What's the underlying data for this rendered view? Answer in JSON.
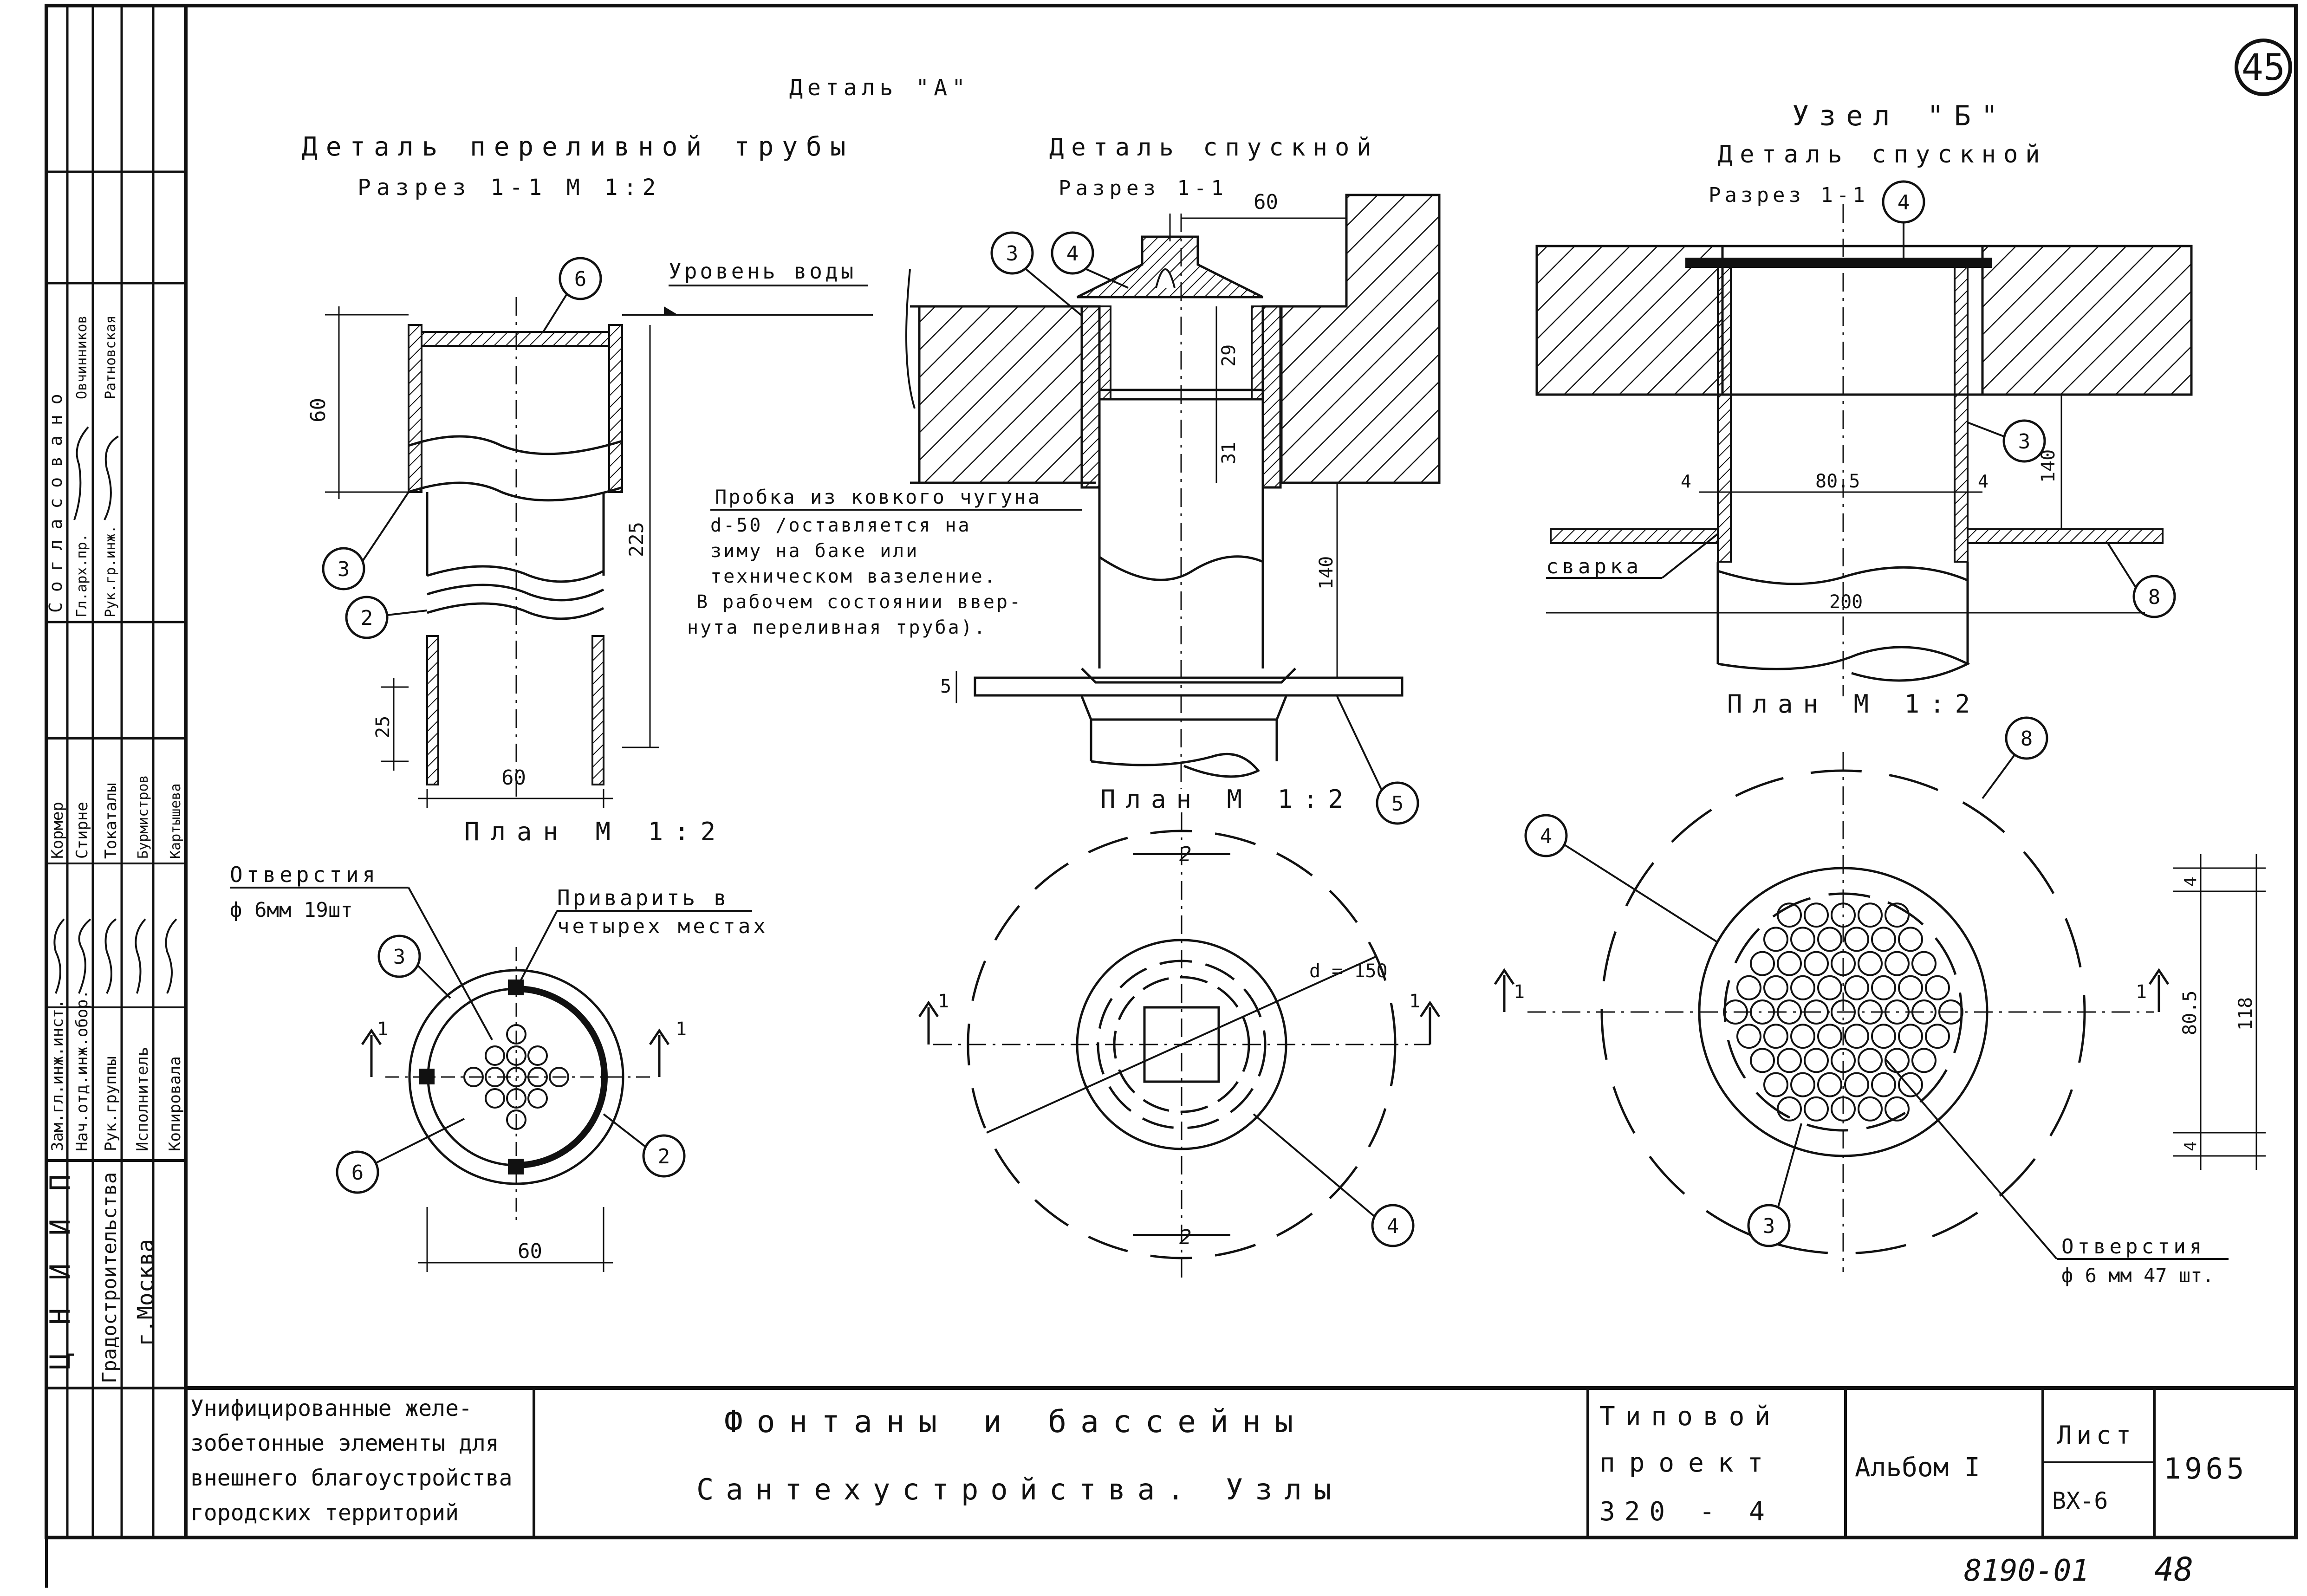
{
  "sheet_number": "45",
  "detail_a": {
    "title": "Деталь \"А\""
  },
  "overflow": {
    "title": "Деталь переливной трубы",
    "section": "Разрез 1-1 М 1:2",
    "water_level": "Уровень воды",
    "plan": "План М 1:2",
    "holes_label": "Отверстия",
    "holes_spec": "ф 6мм 19шт",
    "weld_label_1": "Приварить в",
    "weld_label_2": "четырех местах",
    "dims": {
      "h60": "60",
      "h225": "225",
      "h25": "25",
      "w60": "60",
      "plan60": "60"
    },
    "tags": {
      "t6": "6",
      "t3": "3",
      "t2": "2",
      "p3": "3",
      "p6": "6",
      "p2": "2"
    },
    "sec_marks": {
      "left": "1",
      "right": "1"
    }
  },
  "drain_a": {
    "title": "Деталь спускной",
    "section": "Разрез 1-1",
    "plug_note": [
      "Пробка из ковкого чугуна",
      "d-50 /оставляется на",
      "зиму на баке или",
      "техническом вазеление.",
      "В рабочем состоянии ввер-",
      "нута переливная труба)."
    ],
    "plan": "План М 1:2",
    "dims": {
      "d60": "60",
      "d29": "29",
      "d31": "31",
      "d140": "140",
      "d5": "5",
      "d150": "d = 150"
    },
    "tags": {
      "t3": "3",
      "t4": "4",
      "t5": "5",
      "p4": "4"
    },
    "sec_marks": {
      "left": "1",
      "right": "1",
      "top": "2",
      "bottom": "2"
    }
  },
  "node_b": {
    "title": "Узел \"Б\"",
    "subtitle": "Деталь спускной",
    "section": "Разрез 1-1",
    "weld": "сварка",
    "plan": "План М 1:2",
    "holes_label": "Отверстия",
    "holes_spec": "ф 6 мм 47 шт.",
    "dims": {
      "d4a": "4",
      "d805": "80.5",
      "d4b": "4",
      "d140": "140",
      "d200": "200",
      "p4t": "4",
      "p805": "80.5",
      "p118": "118",
      "p4b": "4"
    },
    "tags": {
      "t4": "4",
      "t3": "3",
      "t8": "8",
      "p8": "8",
      "p4": "4",
      "p3": "3"
    },
    "sec_marks": {
      "left": "1",
      "right": "1"
    }
  },
  "approvals": {
    "header": "Согласовано",
    "rows": [
      {
        "role": "Гл.арх.пр.",
        "name": "Овчинников"
      },
      {
        "role": "Рук.гр.инж.",
        "name": "Ратновская"
      }
    ]
  },
  "staff": [
    {
      "role": "Зам.гл.инж.инст.",
      "name": "Кормер"
    },
    {
      "role": "Нач.отд.инж.обор.",
      "name": "Стирне"
    },
    {
      "role": "Рук.группы",
      "name": "Токаталы"
    },
    {
      "role": "Исполнитель",
      "name": "Бурмистров"
    },
    {
      "role": "Копировала",
      "name": "Картышева"
    }
  ],
  "institute": {
    "name": "ЦНИИП",
    "sub1": "Градостроительства",
    "sub2": "г.Москва"
  },
  "title_block": {
    "series": [
      "Унифицированные желе-",
      "зобетонные элементы для",
      "внешнего благоустройства",
      "городских территорий"
    ],
    "title_main": "Фонтаны и бассейны",
    "title_sub": "Сантехустройства. Узлы",
    "project": [
      "Типовой",
      "проект",
      "320 - 4"
    ],
    "album": "Альбом I",
    "sheet_label": "Лист",
    "sheet_code": "ВХ-6",
    "year": "1965"
  },
  "footer": {
    "inventory": "8190-01",
    "page": "48"
  }
}
